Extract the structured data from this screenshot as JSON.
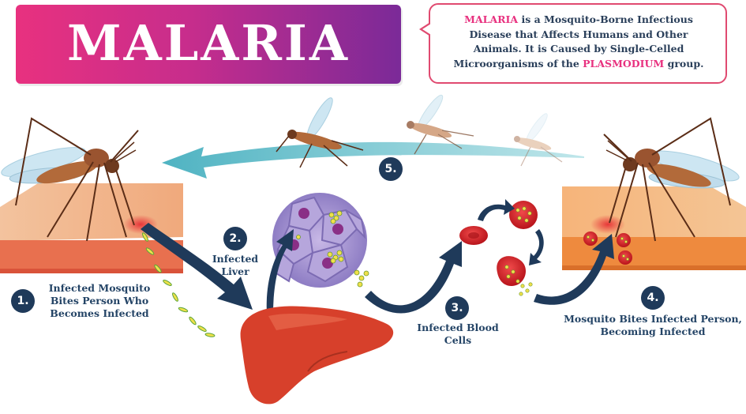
{
  "title": "MALARIA",
  "info": {
    "line1_highlight": "MALARIA",
    "line1_rest": " is a Mosquito-Borne Infectious",
    "line2": "Disease that Affects Humans and Other",
    "line3": "Animals. It is Caused by Single-Celled",
    "line4_start": "Microorganisms of the ",
    "line4_highlight": "PLASMODIUM",
    "line4_end": " group."
  },
  "steps": [
    {
      "number": "1.",
      "line1": "Infected Mosquito",
      "line2": "Bites Person Who",
      "line3": "Becomes Infected"
    },
    {
      "number": "2.",
      "line1": "Infected",
      "line2": "Liver"
    },
    {
      "number": "3.",
      "line1": "Infected Blood",
      "line2": "Cells"
    },
    {
      "number": "4.",
      "line1": "Mosquito Bites Infected Person,",
      "line2": "Becoming Infected"
    },
    {
      "number": "5."
    }
  ],
  "colors": {
    "banner_start": "#e8317f",
    "banner_end": "#7b2a98",
    "highlight": "#e8317f",
    "text_dark": "#244466",
    "arrow_dark": "#1f3a5a",
    "arrow_teal": "#5fbcc8",
    "skin_top": "#f0b48a",
    "skin_side": "#e8704f",
    "liver": "#d7402b",
    "blood_cell": "#d51d24",
    "mosquito_body": "#8a4a2a"
  }
}
